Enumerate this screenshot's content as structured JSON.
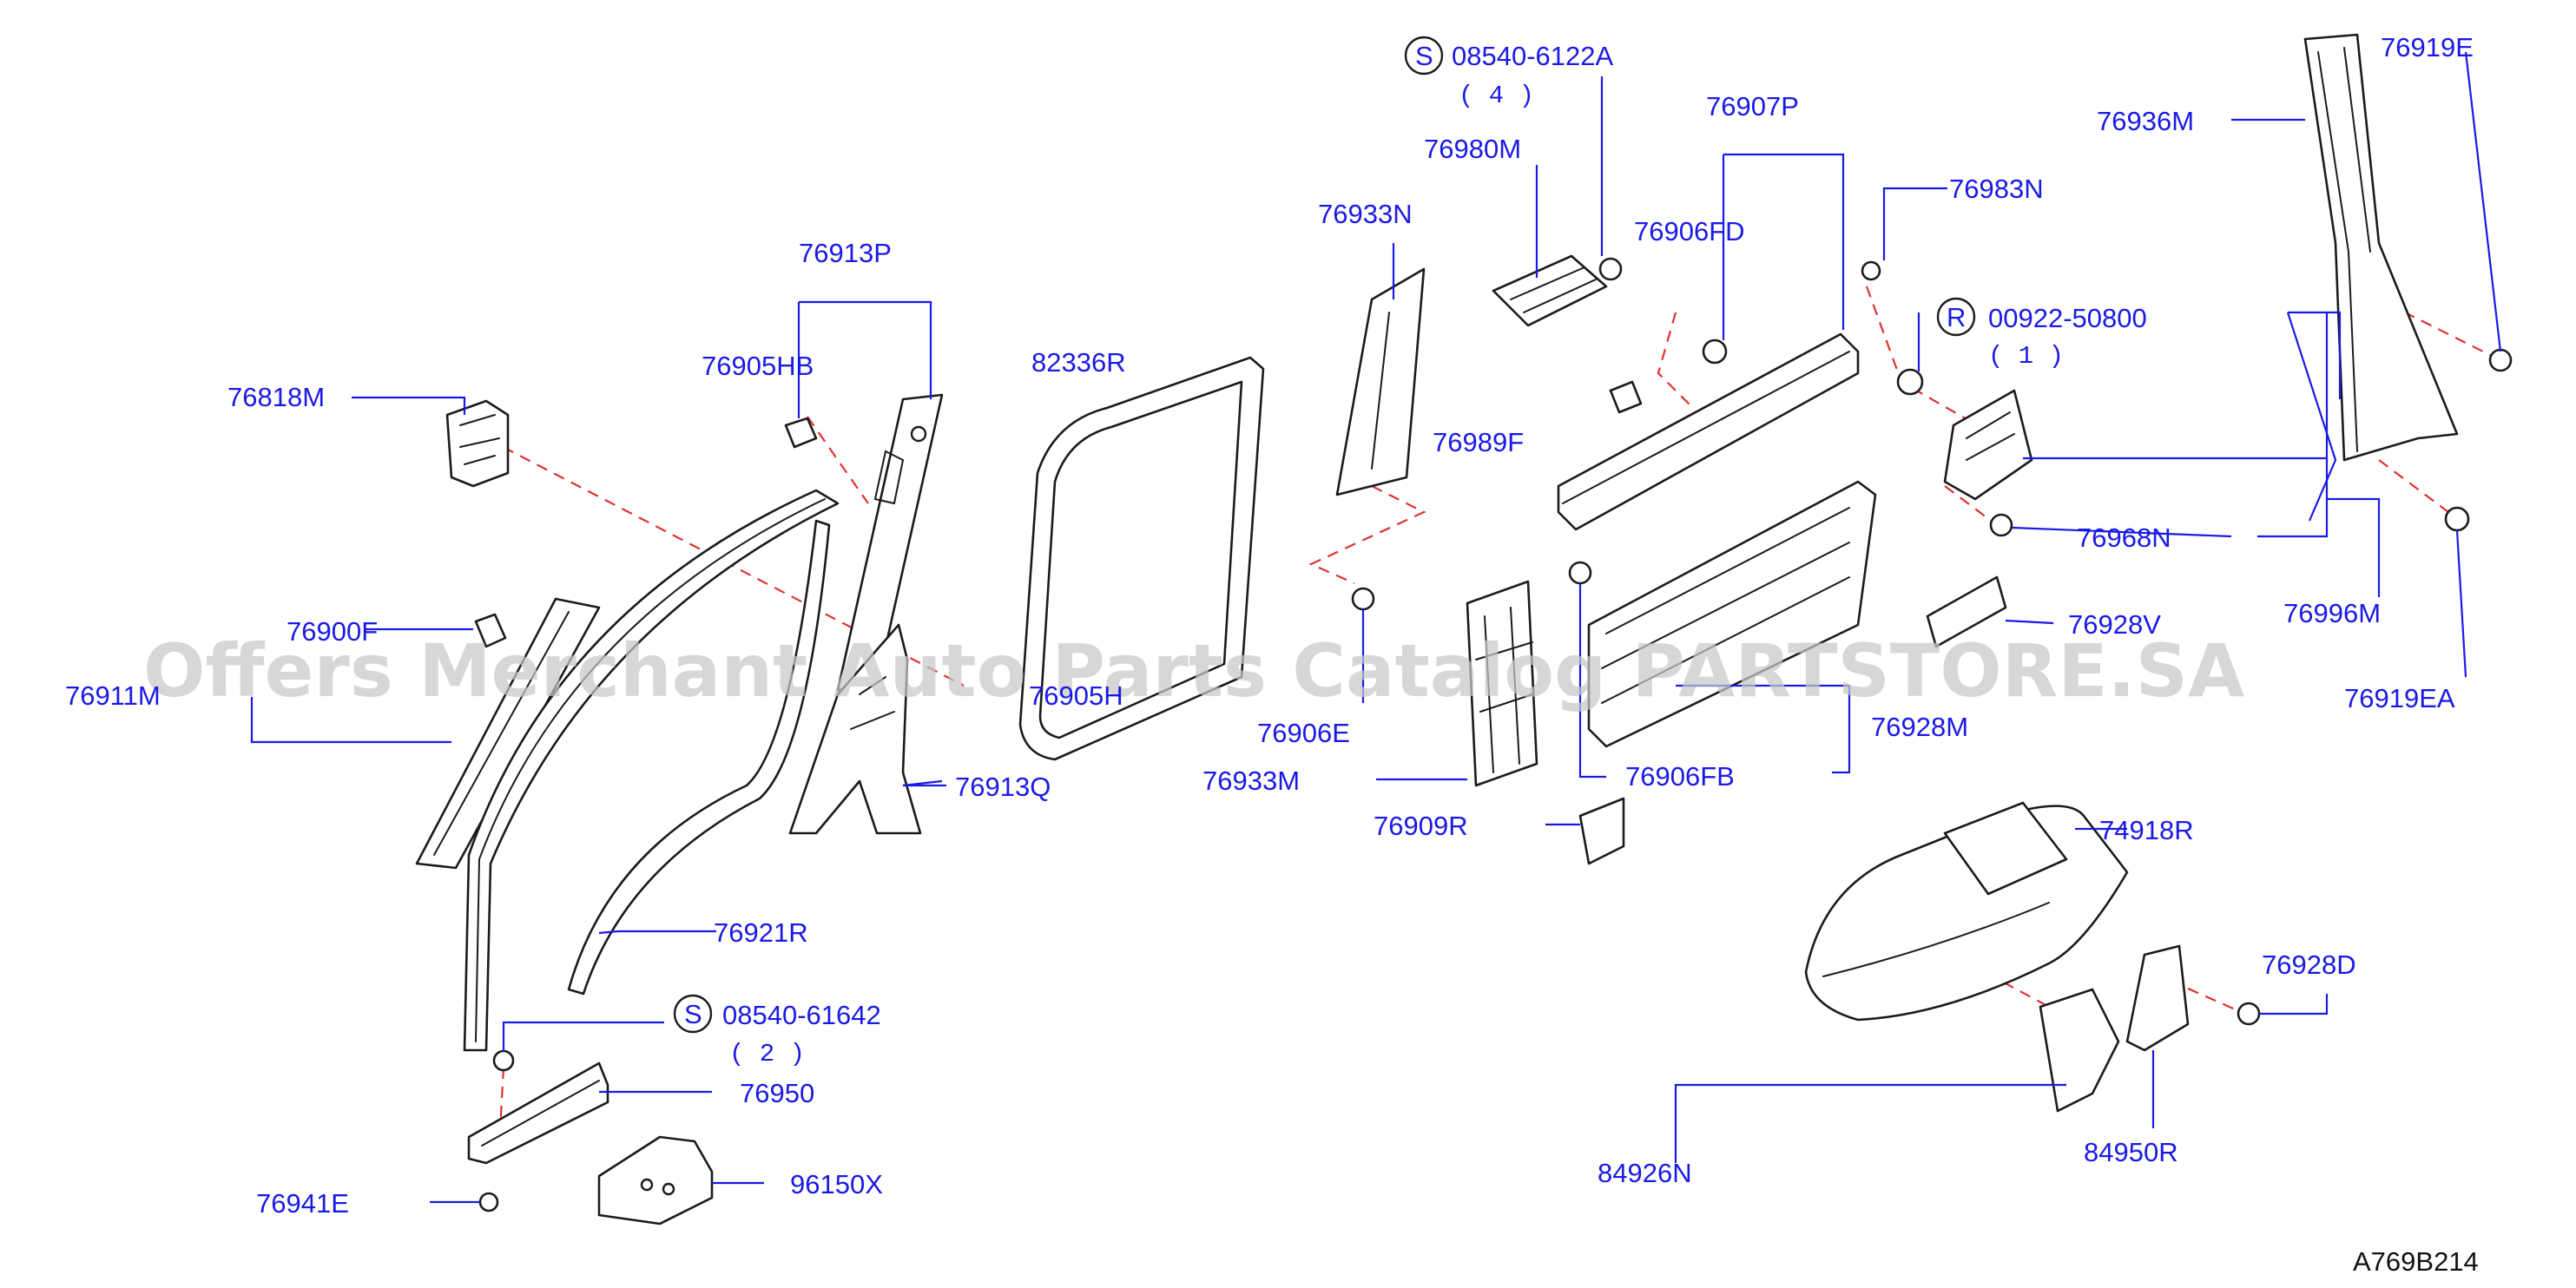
{
  "diagram": {
    "watermark": "Offers Merchant Auto Parts Catalog PARTSTORE.SA",
    "diagram_code": "A769B214",
    "labels": {
      "p76818M": "76818M",
      "p76913P": "76913P",
      "p76905HB": "76905HB",
      "p82336R": "82336R",
      "p76900F": "76900F",
      "p76911M": "76911M",
      "p76905H": "76905H",
      "p76913Q": "76913Q",
      "p76921R": "76921R",
      "p08540_61642": "08540-61642",
      "p76950": "76950",
      "p76941E": "76941E",
      "p96150X": "96150X",
      "p08540_6122A": "08540-6122A",
      "p76980M": "76980M",
      "p76933N": "76933N",
      "p76907P": "76907P",
      "p76906FD": "76906FD",
      "p76989F": "76989F",
      "p76906E": "76906E",
      "p76933M": "76933M",
      "p76906FB": "76906FB",
      "p76928M": "76928M",
      "p76909R": "76909R",
      "p76983N": "76983N",
      "p00922_50800": "00922-50800",
      "p76968N": "76968N",
      "p76928V": "76928V",
      "p76936M": "76936M",
      "p76919E": "76919E",
      "p76996M": "76996M",
      "p76919EA": "76919EA",
      "p74918R": "74918R",
      "p76928D": "76928D",
      "p84926N": "84926N",
      "p84950R": "84950R"
    },
    "symbols": {
      "s1": "S",
      "s2": "S",
      "r1": "R"
    },
    "quantities": {
      "q4": "( 4 )",
      "q2": "( 2 )",
      "q1": "( 1 )"
    }
  }
}
